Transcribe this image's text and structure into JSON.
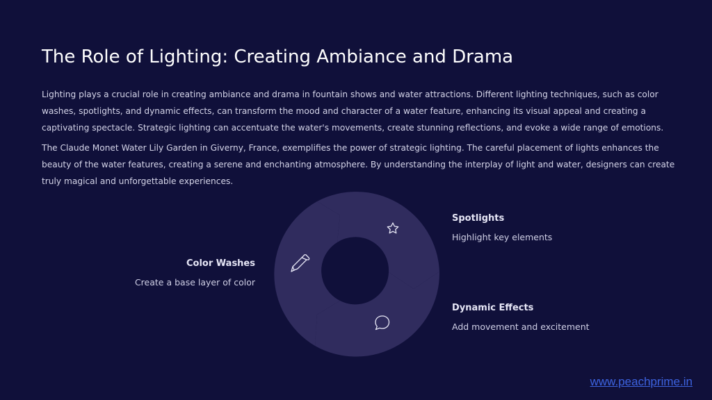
{
  "slide": {
    "title": "The Role of Lighting: Creating Ambiance and Drama",
    "paragraph_1": "Lighting plays a crucial role in creating ambiance and drama in fountain shows and water attractions. Different lighting techniques, such as color washes, spotlights, and dynamic effects, can transform the mood and character of a water feature, enhancing its visual appeal and creating a captivating spectacle. Strategic lighting can accentuate the water's movements, create stunning reflections, and evoke a wide range of emotions.",
    "paragraph_2": "The Claude Monet Water Lily Garden in Giverny, France, exemplifies the power of strategic lighting. The careful placement of lights enhances the beauty of the water features, creating a serene and enchanting atmosphere. By understanding the interplay of light and water, designers can create truly magical and unforgettable experiences."
  },
  "cycle": {
    "items": [
      {
        "title": "Spotlights",
        "description": "Highlight key elements",
        "icon": "star-icon"
      },
      {
        "title": "Color Washes",
        "description": "Create a base layer of color",
        "icon": "brush-icon"
      },
      {
        "title": "Dynamic Effects",
        "description": "Add movement and excitement",
        "icon": "chat-bubble-icon"
      }
    ]
  },
  "footer": {
    "link": "www.peachprime.in"
  },
  "colors": {
    "background": "#10103a",
    "segment": "#302c5e",
    "link": "#3d63e0"
  }
}
